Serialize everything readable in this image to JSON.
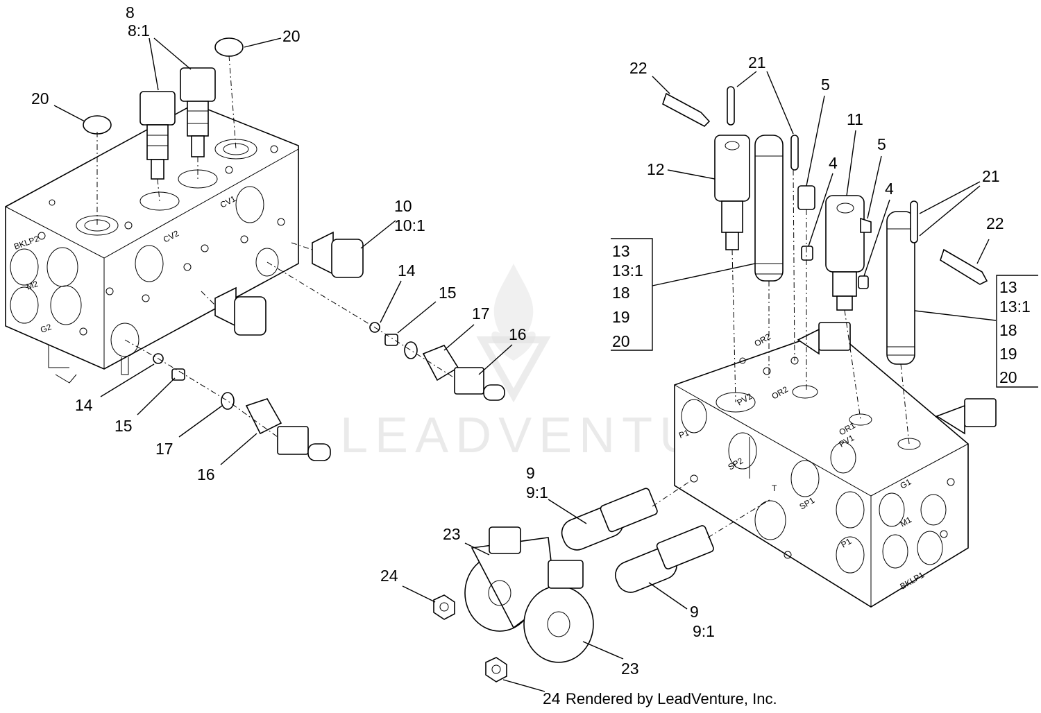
{
  "watermark": "LEADVENTURE",
  "credit": "Rendered by LeadVenture, Inc.",
  "callouts": {
    "c8": "8",
    "c8_1": "8:1",
    "c20a": "20",
    "c20b": "20",
    "c10": "10",
    "c10_1": "10:1",
    "c14a": "14",
    "c15a": "15",
    "c17a": "17",
    "c16a": "16",
    "c14b": "14",
    "c15b": "15",
    "c17b": "17",
    "c16b": "16",
    "c22a": "22",
    "c21a": "21",
    "c5a": "5",
    "c11": "11",
    "c5b": "5",
    "c12": "12",
    "c4a": "4",
    "c4b": "4",
    "c21b": "21",
    "c22b": "22",
    "c9a": "9",
    "c9_1a": "9:1",
    "c23a": "23",
    "c24a": "24",
    "c9b": "9",
    "c9_1b": "9:1",
    "c23b": "23",
    "c24b": "24"
  },
  "box_left": [
    "13",
    "13:1",
    "18",
    "19",
    "20"
  ],
  "box_right": [
    "13",
    "13:1",
    "18",
    "19",
    "20"
  ],
  "port_marks": {
    "bklp2": "BKLP2",
    "m2": "M2",
    "g2": "G2",
    "cv1": "CV1",
    "cv2": "CV2",
    "pv2": "PV2",
    "or2": "OR2",
    "sp2": "SP2",
    "t": "T",
    "sp1": "SP1",
    "pv1": "PV1",
    "or1": "OR1",
    "p1": "P1",
    "g1": "G1",
    "m1": "M1",
    "bklp1": "BKLP1"
  }
}
